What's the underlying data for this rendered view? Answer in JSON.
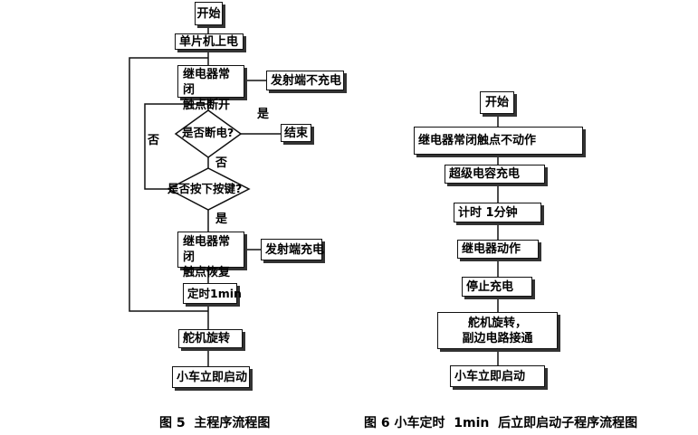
{
  "left_flow": {
    "start": "开始",
    "power_on": "单片机上电",
    "relay_open_1": "继电器常闭",
    "relay_open_2": "触点断开",
    "transmitter_no_charge": "发射端不充电",
    "decision_power_off": "是否断电?",
    "yes_power_off": "是",
    "no_power_off_loop": "否",
    "end": "结束",
    "no_power_off": "否",
    "decision_key": "是否按下按键?",
    "yes_key": "是",
    "relay_restore_1": "继电器常闭",
    "relay_restore_2": "触点恢复",
    "transmitter_charge": "发射端充电",
    "timer": "定时1min",
    "servo_rotate": "舵机旋转",
    "car_start": "小车立即启动"
  },
  "right_flow": {
    "start": "开始",
    "relay_not_act": "继电器常闭触点不动作",
    "supercap_charge": "超级电容充电",
    "timer": "计时 1分钟",
    "relay_act": "继电器动作",
    "stop_charge": "停止充电",
    "servo_line_1": "舵机旋转，",
    "servo_line_2": "副边电路接通",
    "car_start": "小车立即启动"
  },
  "captions": {
    "fig5": "图 5  主程序流程图",
    "fig6": "图 6 小车定时  1min  后立即启动子程序流程图"
  }
}
